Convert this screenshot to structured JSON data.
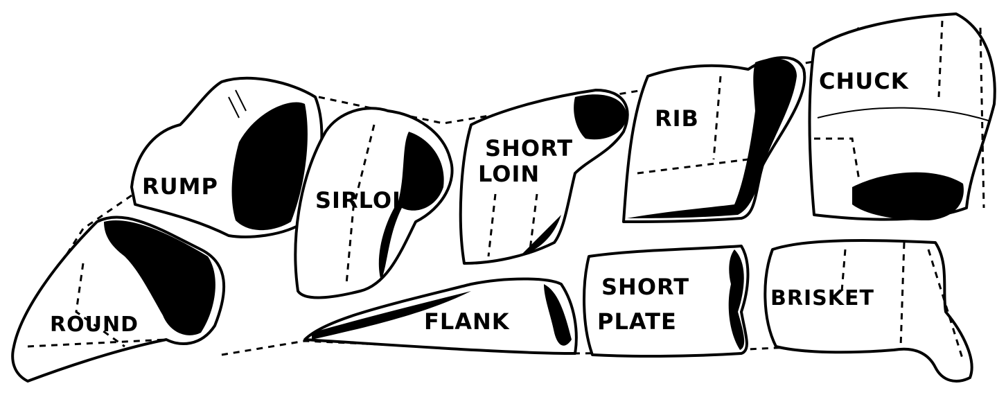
{
  "diagram": {
    "cuts": {
      "rump": "RUMP",
      "round": "ROUND",
      "sirloin": "SIRLOIN",
      "short_loin_line1": "SHORT",
      "short_loin_line2": "LOIN",
      "flank": "FLANK",
      "rib": "RIB",
      "short_plate_line1": "SHORT",
      "short_plate_line2": "PLATE",
      "chuck": "CHUCK",
      "brisket": "BRISKET"
    }
  }
}
